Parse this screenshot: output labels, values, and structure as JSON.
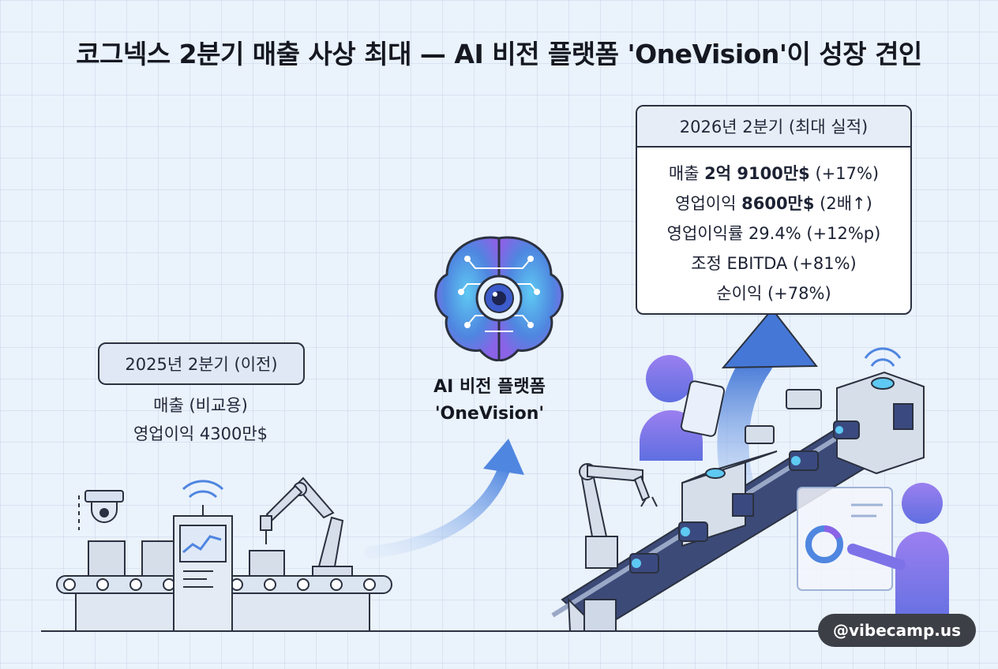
{
  "title": "코그넥스 2분기 매출 사상 최대 — AI 비전 플랫폼 'OneVision'이 성장 견인",
  "before": {
    "header": "2025년 2분기 (이전)",
    "line1": "매출 (비교용)",
    "line2": "영업이익 4300만$"
  },
  "platform": {
    "line1": "AI 비전 플랫폼",
    "line2": "'OneVision'"
  },
  "after": {
    "header": "2026년 2분기 (최대 실적)",
    "rows": [
      {
        "label": "매출 ",
        "value": "2억 9100만$",
        "suffix": " (+17%)"
      },
      {
        "label": "영업이익 ",
        "value": "8600만$",
        "suffix": " (2배↑)"
      },
      {
        "label": "영업이익률 29.4% (+12%p)",
        "value": "",
        "suffix": ""
      },
      {
        "label": "조정 EBITDA (+81%)",
        "value": "",
        "suffix": ""
      },
      {
        "label": "순이익 (+78%)",
        "value": "",
        "suffix": ""
      }
    ]
  },
  "watermark": "@vibecamp.us",
  "colors": {
    "accent_blue": "#4f86e0",
    "accent_purple": "#8a63e6",
    "line_dark": "#2b3140"
  }
}
